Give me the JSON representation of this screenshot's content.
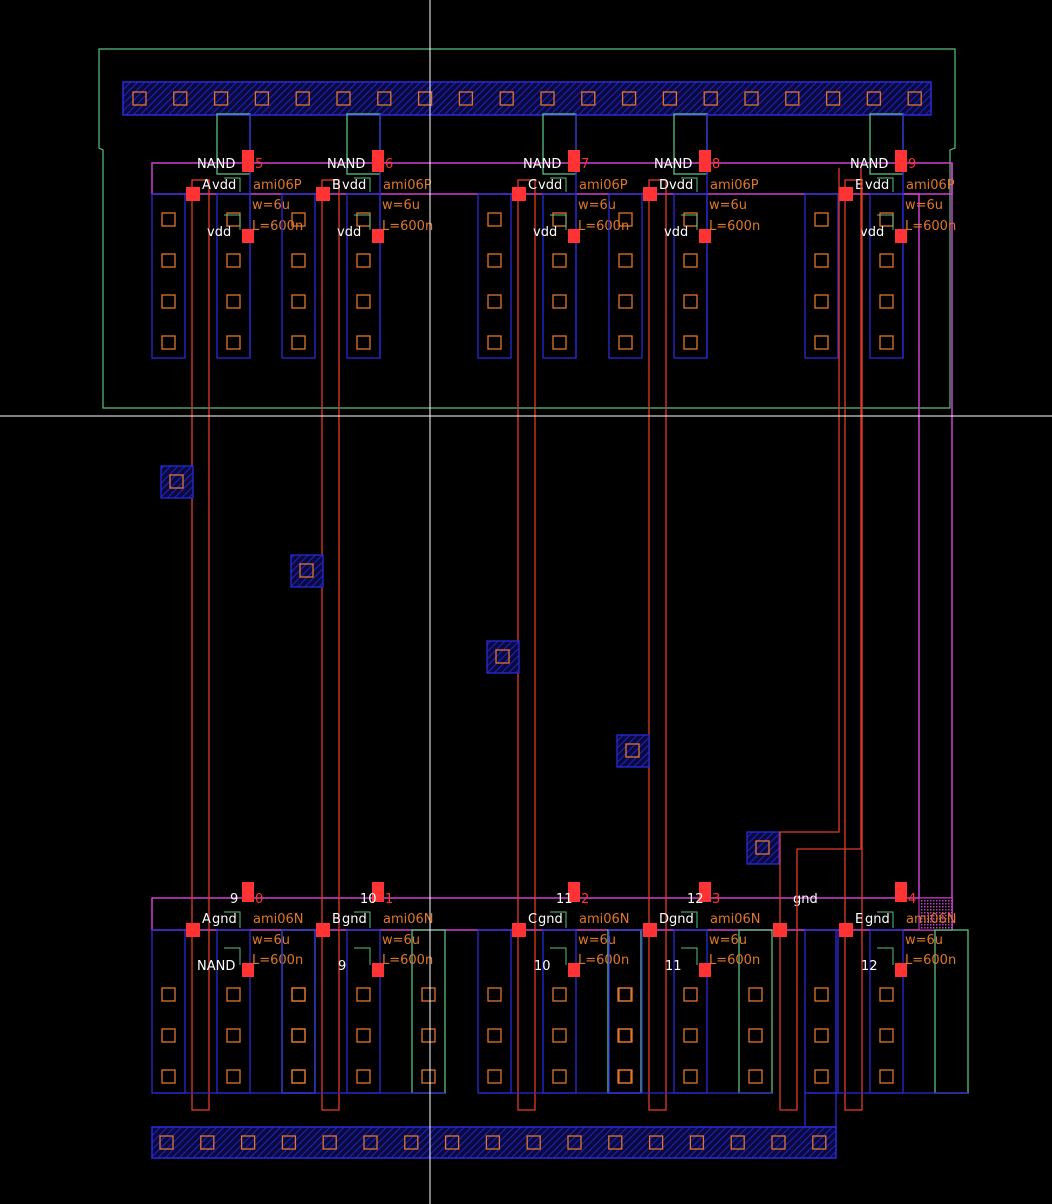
{
  "colors": {
    "background": "#000000",
    "nwell": "#5ac080",
    "metal1": "#2a2ad8",
    "poly": "#e03a28",
    "contact": "#e0762a",
    "select": "#d040d0",
    "pin": "#ff3333",
    "crosshair": "#ffffff"
  },
  "pmos_cells": [
    {
      "cell": "NAND",
      "index": "5",
      "input": "A",
      "supply": "vdd",
      "model": "ami06P",
      "width": "w=6u",
      "length": "L=600n",
      "port": "vdd"
    },
    {
      "cell": "NAND",
      "index": "6",
      "input": "B",
      "supply": "vdd",
      "model": "ami06P",
      "width": "w=6u",
      "length": "L=600n",
      "port": "vdd"
    },
    {
      "cell": "NAND",
      "index": "7",
      "input": "C",
      "supply": "vdd",
      "model": "ami06P",
      "width": "w=6u",
      "length": "L=600n",
      "port": "vdd"
    },
    {
      "cell": "NAND",
      "index": "8",
      "input": "D",
      "supply": "vdd",
      "model": "ami06P",
      "width": "w=6u",
      "length": "L=600n",
      "port": "vdd"
    },
    {
      "cell": "NAND",
      "index": "9",
      "input": "E",
      "supply": "vdd",
      "model": "ami06P",
      "width": "w=6u",
      "length": "L=600n",
      "port": "vdd"
    }
  ],
  "nmos_cells": [
    {
      "net": "9",
      "index": "0",
      "input": "A",
      "supply": "gnd",
      "model": "ami06N",
      "width": "w=6u",
      "length": "L=600n",
      "source": "NAND"
    },
    {
      "net": "10",
      "index": "1",
      "input": "B",
      "supply": "gnd",
      "model": "ami06N",
      "width": "w=6u",
      "length": "L=600n",
      "source": "9"
    },
    {
      "net": "11",
      "index": "2",
      "input": "C",
      "supply": "gnd",
      "model": "ami06N",
      "width": "w=6u",
      "length": "L=600n",
      "source": "10"
    },
    {
      "net": "12",
      "index": "3",
      "input": "D",
      "supply": "gnd",
      "model": "ami06N",
      "width": "w=6u",
      "length": "L=600n",
      "source": "11"
    },
    {
      "net": "gnd",
      "index": "4",
      "input": "E",
      "supply": "gnd",
      "model": "ami06N",
      "width": "w=6u",
      "length": "L=600n",
      "source": "12"
    }
  ]
}
